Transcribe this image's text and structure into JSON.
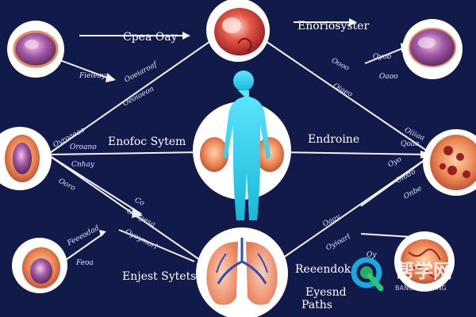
{
  "colors": {
    "background": "#121a4a",
    "line": "#f2f4ff",
    "body": "#36d7f0",
    "organ_red": "#d9483b",
    "organ_purple": "#8a4a8f",
    "organ_orange": "#e98a5c"
  },
  "labels": {
    "top_left": "Cpea Oay",
    "top_right": "Enoriosyster",
    "left_mid_main": "Enofoc Sytem",
    "right_mid_main": "Endroine",
    "bottom_left_main": "Enjest Sytets",
    "bottom_right_main": "Reeendok",
    "bottom_right_sub": "Eyesnd",
    "bottom_right_sub2": "Paths",
    "tl_organ_caption": "Fieleay",
    "tl_line_a": "Ooeiaroaf",
    "tl_line_b": "Oeoioeon",
    "tr_line_a": "Oyoo",
    "tr_line_b": "Oaoo",
    "tr_line_c": "Oooo",
    "tr_line_d": "Oiaeo",
    "right_upper_a": "Oiiiaa",
    "right_upper_b": "Qoaa",
    "right_lower_a": "Oyo",
    "right_lower_b": "Oiodo",
    "right_lower_c": "Onbe",
    "left_upper_a": "Oyroaeao",
    "left_upper_b": "Oroano",
    "left_lower_a": "Cnhay",
    "left_lower_b": "Ooro",
    "center_left_a": "Co",
    "center_left_b": "Coagesg",
    "bl_a": "Feeeodad",
    "bl_b": "Feoa",
    "bl_c": "Oyoymorl",
    "br_a": "Oaoy",
    "br_b": "Oyioarl",
    "br_c": "Oy"
  },
  "watermark": {
    "title": "帮学网",
    "subtitle": "BANGXUEWANG"
  }
}
